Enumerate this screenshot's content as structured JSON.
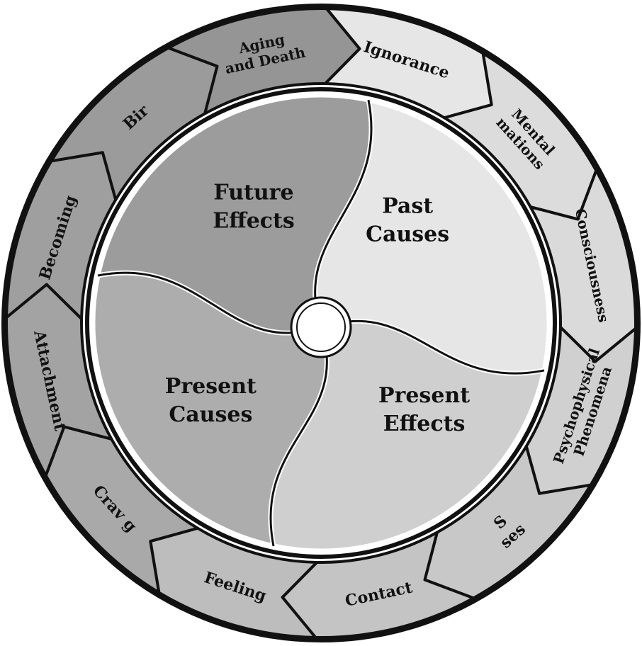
{
  "diagram": {
    "quadrants": [
      {
        "id": "past",
        "lines": [
          "Past",
          "Causes"
        ],
        "color": "#e6e6e6"
      },
      {
        "id": "present-effects",
        "lines": [
          "Present",
          "Effects"
        ],
        "color": "#cfcfcf"
      },
      {
        "id": "present-causes",
        "lines": [
          "Present",
          "Causes"
        ],
        "color": "#adadad"
      },
      {
        "id": "future",
        "lines": [
          "Future",
          "Effects"
        ],
        "color": "#9c9c9c"
      }
    ],
    "links": [
      {
        "lines": [
          "Ignorance"
        ],
        "color": "#e6e6e6"
      },
      {
        "lines": [
          "Mental",
          "mations"
        ],
        "color": "#dcdcdc"
      },
      {
        "lines": [
          "Consciousness"
        ],
        "color": "#dadada"
      },
      {
        "lines": [
          "Psychophysical",
          "Phenomena"
        ],
        "color": "#d0d0d0"
      },
      {
        "lines": [
          "S",
          "ses"
        ],
        "color": "#c8c8c8"
      },
      {
        "lines": [
          "Contact"
        ],
        "color": "#c4c4c4"
      },
      {
        "lines": [
          "Feeling"
        ],
        "color": "#bdbdbd"
      },
      {
        "lines": [
          "Crav g"
        ],
        "color": "#a9a9a9"
      },
      {
        "lines": [
          "Attachment"
        ],
        "color": "#a3a3a3"
      },
      {
        "lines": [
          "Becoming"
        ],
        "color": "#9f9f9f"
      },
      {
        "lines": [
          "Bir"
        ],
        "color": "#9b9b9b"
      },
      {
        "lines": [
          "Aging",
          "and Death"
        ],
        "color": "#959595"
      }
    ]
  }
}
